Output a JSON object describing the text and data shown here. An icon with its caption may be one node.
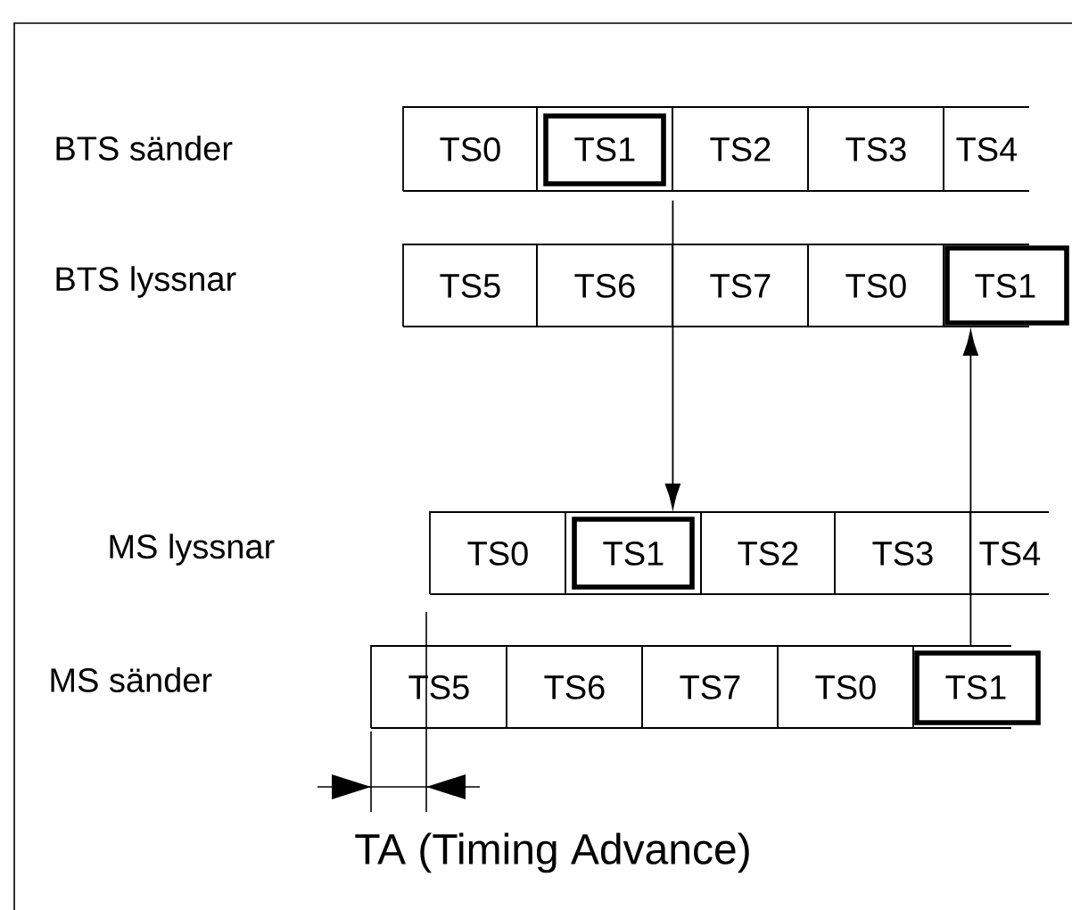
{
  "diagram": {
    "nodes": [
      {
        "text": [
          "TS0"
        ]
      },
      {
        "text": [
          "TS1"
        ]
      },
      {
        "text": [
          "TS2"
        ]
      },
      {
        "text": [
          "TS3"
        ]
      },
      {
        "text": [
          "TS4"
        ]
      },
      {
        "text": [
          "TS5"
        ]
      },
      {
        "text": [
          "TS6"
        ]
      },
      {
        "text": [
          "TS7"
        ]
      },
      {
        "text": [
          "TS0"
        ]
      },
      {
        "text": [
          "TS1"
        ]
      },
      {
        "text": [
          "TS0"
        ]
      },
      {
        "text": [
          "TS1"
        ]
      },
      {
        "text": [
          "TS2"
        ]
      },
      {
        "text": [
          "TS3"
        ]
      },
      {
        "text": [
          "TS4"
        ]
      },
      {
        "text": [
          "TS5"
        ]
      },
      {
        "text": [
          "TS6"
        ]
      },
      {
        "text": [
          "TS7"
        ]
      },
      {
        "text": [
          "TS0"
        ]
      },
      {
        "text": [
          "TS1"
        ]
      }
    ],
    "edges": [
      {
        "from": 1,
        "to": 11,
        "arrow": "to"
      },
      {
        "from": 19,
        "to": 9,
        "arrow": "to"
      }
    ],
    "labels": [
      "BTS sänder",
      "BTS lyssnar",
      "MS lyssnar",
      "MS sänder",
      "TA (Timing Advance)"
    ]
  }
}
